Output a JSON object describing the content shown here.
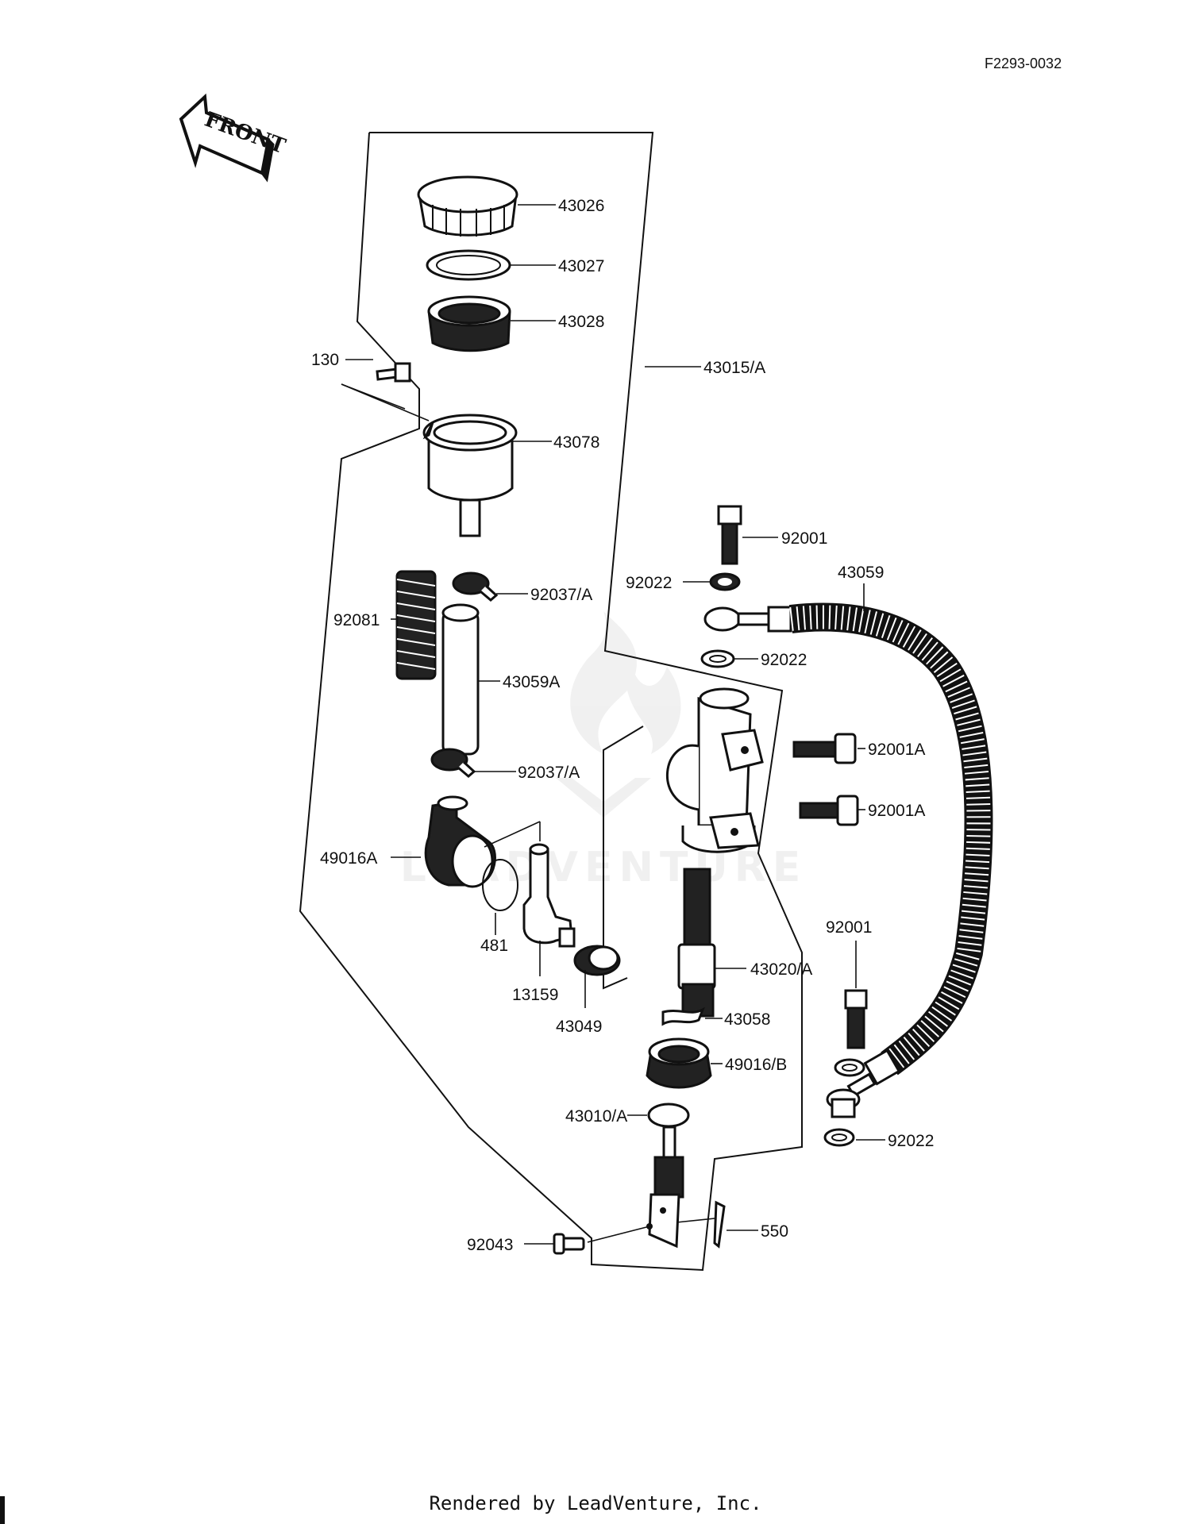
{
  "document_id": "F2293-0032",
  "front_label": "FRONT",
  "footer": "Rendered by LeadVenture, Inc.",
  "watermark_text": "LEADVENTURE",
  "parts": {
    "p43026": "43026",
    "p43027": "43027",
    "p43028": "43028",
    "p43015A": "43015/A",
    "p130": "130",
    "p43078": "43078",
    "p92001_top": "92001",
    "p92022_top": "92022",
    "p43059": "43059",
    "p92037A_top": "92037/A",
    "p92081": "92081",
    "p92022_mid": "92022",
    "p43059A": "43059A",
    "p92001A_top": "92001A",
    "p92037A_bot": "92037/A",
    "p92001A_bot": "92001A",
    "p49016A": "49016A",
    "p481": "481",
    "p13159": "13159",
    "p43049": "43049",
    "p92001_bot": "92001",
    "p43020A": "43020/A",
    "p43058": "43058",
    "p49016B": "49016/B",
    "p43010A": "43010/A",
    "p92022_bot": "92022",
    "p550": "550",
    "p92043": "92043"
  }
}
